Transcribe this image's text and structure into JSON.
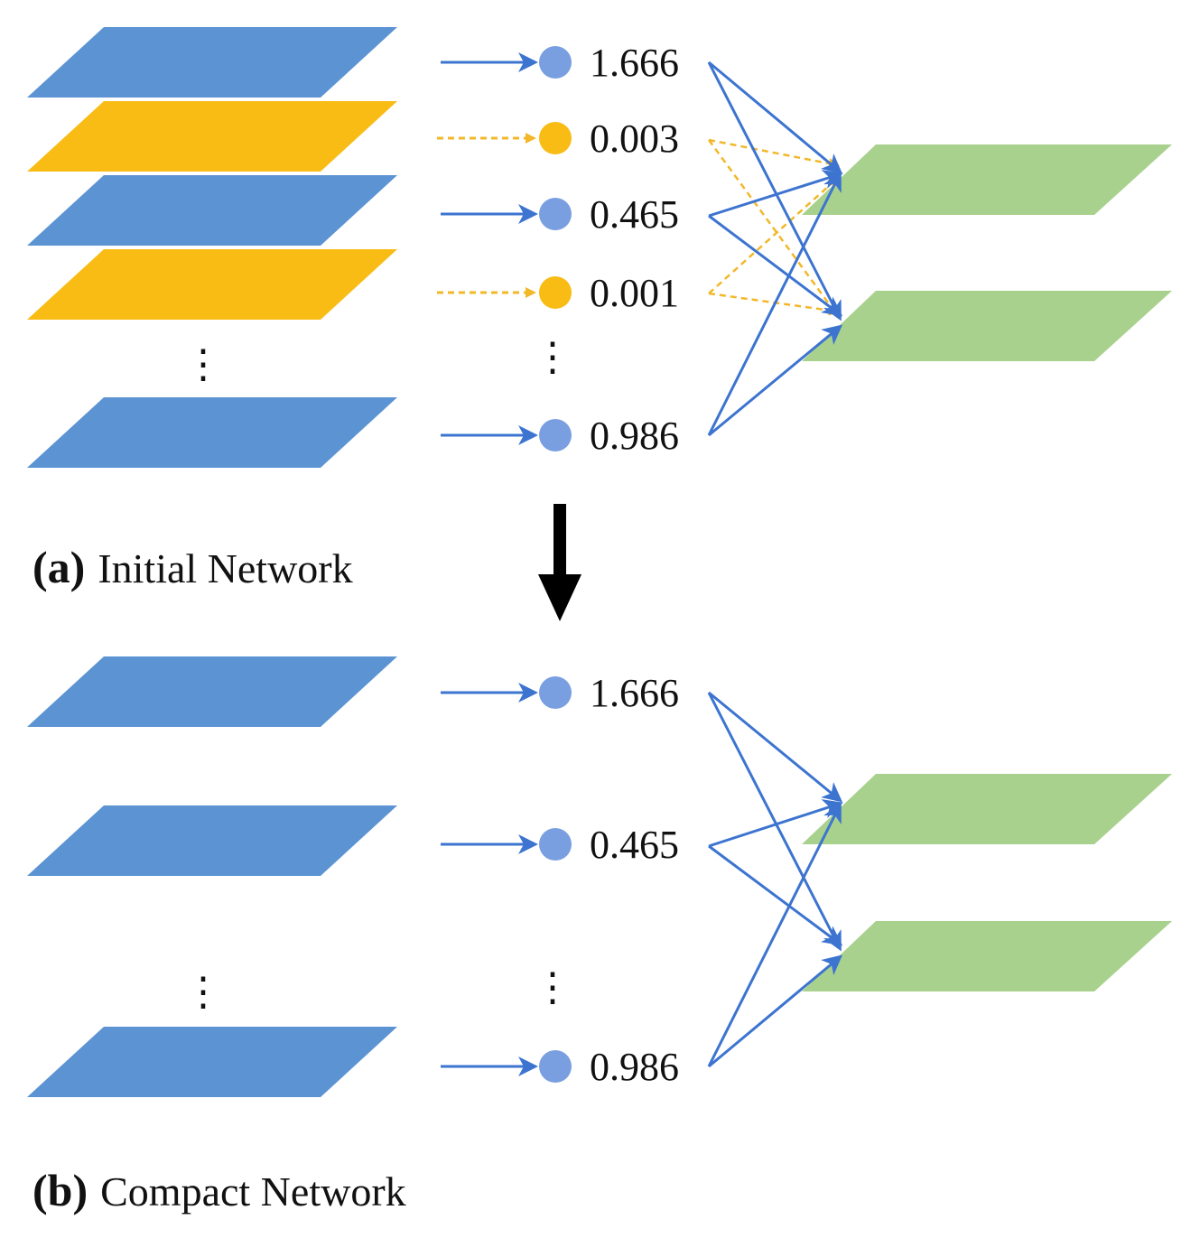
{
  "colors": {
    "kept": "#5B93D3",
    "pruned": "#F8BC15",
    "output": "#A9D18E",
    "node_kept": "#7A9FE0",
    "arrow_kept": "#3C74D0",
    "arrow_pruned": "#F2B82A",
    "down_arrow": "#000000"
  },
  "panel_a": {
    "label": "(a)",
    "title": "Initial Network",
    "scales": [
      {
        "value": "1.666",
        "status": "kept"
      },
      {
        "value": "0.003",
        "status": "pruned"
      },
      {
        "value": "0.465",
        "status": "kept"
      },
      {
        "value": "0.001",
        "status": "pruned"
      },
      {
        "value": "0.986",
        "status": "kept"
      }
    ]
  },
  "panel_b": {
    "label": "(b)",
    "title": "Compact Network",
    "scales": [
      {
        "value": "1.666",
        "status": "kept"
      },
      {
        "value": "0.465",
        "status": "kept"
      },
      {
        "value": "0.986",
        "status": "kept"
      }
    ]
  },
  "ellipsis": "⋮",
  "icons": [
    "down-arrow-icon"
  ]
}
